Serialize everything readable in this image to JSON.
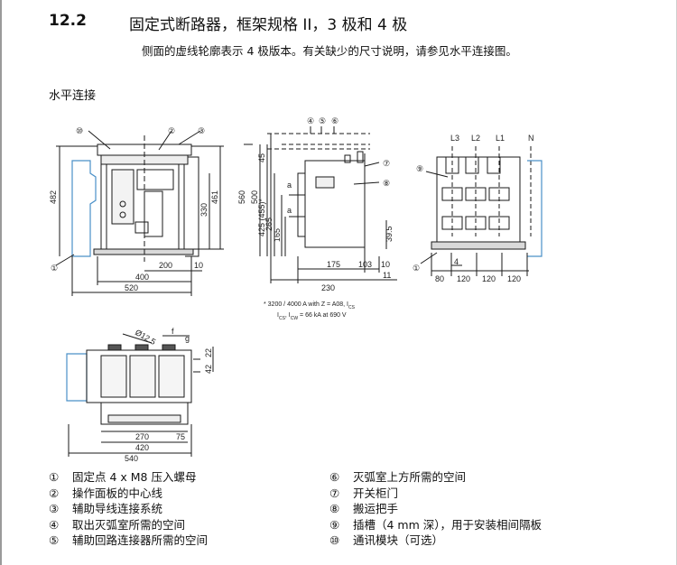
{
  "section": {
    "number": "12.2",
    "title": "固定式断路器，框架规格 II，3 极和 4 极"
  },
  "subtitle": "侧面的虚线轮廓表示 4 极版本。有关缺少的尺寸说明，请参见水平连接图。",
  "subheading": "水平连接",
  "drawing1": {
    "callouts": [
      "⑩",
      "②",
      "③",
      "①"
    ],
    "dims": [
      "482",
      "330",
      "461",
      "200",
      "10",
      "400",
      "520"
    ]
  },
  "drawing2": {
    "callouts": [
      "④",
      "⑤",
      "⑥",
      "⑦",
      "⑧"
    ],
    "dims": [
      "45",
      "560",
      "500",
      "425 (455)*",
      "265",
      "165",
      "a",
      "a",
      "39.5",
      "175",
      "103",
      "10",
      "11",
      "230"
    ],
    "footnote_line1": "* 3200 / 4000 A with Z = A08, I",
    "footnote_sub1": "CS",
    "footnote_line2_a": "I",
    "footnote_sub2a": "CS",
    "footnote_line2_b": ", I",
    "footnote_sub2b": "CW",
    "footnote_line2_c": " = 66 kA at 690 V"
  },
  "drawing3": {
    "phases": [
      "L3",
      "L2",
      "L1",
      "N"
    ],
    "callouts": [
      "⑨",
      "①"
    ],
    "dims": [
      "4",
      "80",
      "120",
      "120",
      "120"
    ]
  },
  "drawing4": {
    "dims": [
      "Ø12.5",
      "f",
      "g",
      "22",
      "42",
      "270",
      "75",
      "420",
      "540"
    ]
  },
  "legend": {
    "left": [
      {
        "num": "①",
        "text": "固定点 4 x M8 压入螺母"
      },
      {
        "num": "②",
        "text": "操作面板的中心线"
      },
      {
        "num": "③",
        "text": "辅助导线连接系统"
      },
      {
        "num": "④",
        "text": "取出灭弧室所需的空间"
      },
      {
        "num": "⑤",
        "text": "辅助回路连接器所需的空间"
      }
    ],
    "right": [
      {
        "num": "⑥",
        "text": "灭弧室上方所需的空间"
      },
      {
        "num": "⑦",
        "text": "开关柜门"
      },
      {
        "num": "⑧",
        "text": "搬运把手"
      },
      {
        "num": "⑨",
        "text": "插槽（4 mm 深），用于安装相间隔板"
      },
      {
        "num": "⑩",
        "text": "通讯模块（可选）"
      }
    ]
  },
  "colors": {
    "line": "#1a1a1a",
    "accent_blue": "#4a90c8",
    "dim": "#333333"
  }
}
